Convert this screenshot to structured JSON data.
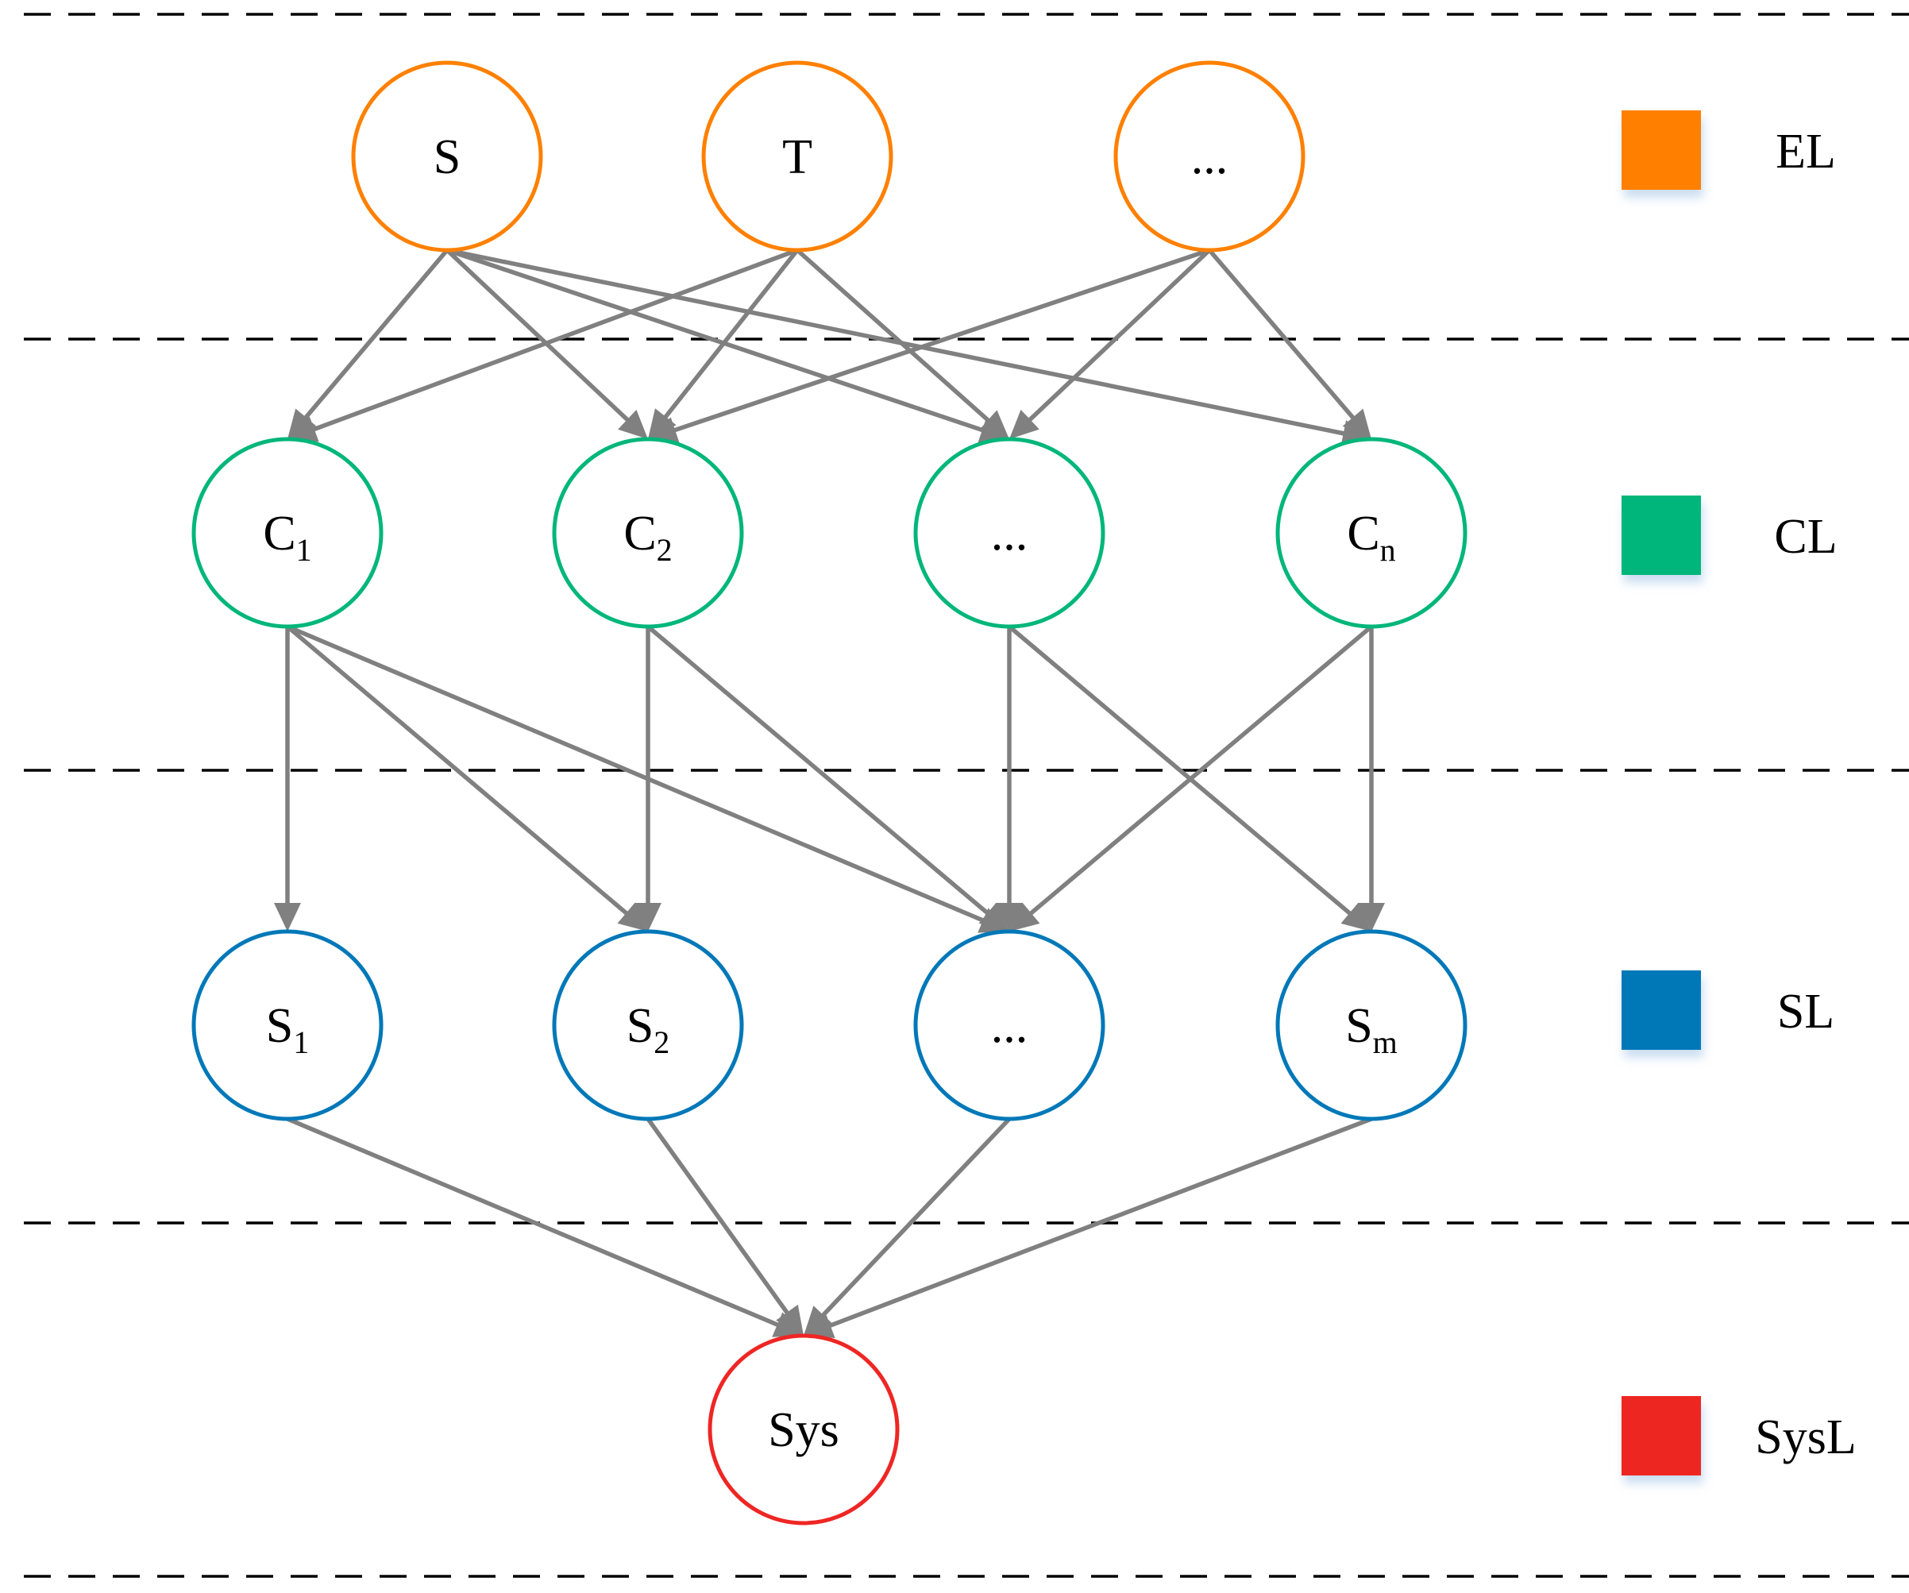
{
  "colors": {
    "EL": "#FF8000",
    "CL": "#00B67A",
    "SL": "#0078B8",
    "SysL": "#EE2624",
    "edge": "#808080",
    "separator": "#000000"
  },
  "legend": [
    {
      "id": "EL",
      "label": "EL"
    },
    {
      "id": "CL",
      "label": "CL"
    },
    {
      "id": "SL",
      "label": "SL"
    },
    {
      "id": "SysL",
      "label": "SysL"
    }
  ],
  "nodes": [
    {
      "id": "el_s",
      "layer": "EL",
      "label": "S",
      "sub": ""
    },
    {
      "id": "el_t",
      "layer": "EL",
      "label": "T",
      "sub": ""
    },
    {
      "id": "el_dots",
      "layer": "EL",
      "label": "...",
      "sub": ""
    },
    {
      "id": "c1",
      "layer": "CL",
      "label": "C",
      "sub": "1"
    },
    {
      "id": "c2",
      "layer": "CL",
      "label": "C",
      "sub": "2"
    },
    {
      "id": "c_dots",
      "layer": "CL",
      "label": "...",
      "sub": ""
    },
    {
      "id": "cn",
      "layer": "CL",
      "label": "C",
      "sub": "n"
    },
    {
      "id": "s1",
      "layer": "SL",
      "label": "S",
      "sub": "1"
    },
    {
      "id": "s2",
      "layer": "SL",
      "label": "S",
      "sub": "2"
    },
    {
      "id": "s_dots",
      "layer": "SL",
      "label": "...",
      "sub": ""
    },
    {
      "id": "sm",
      "layer": "SL",
      "label": "S",
      "sub": "m"
    },
    {
      "id": "sys",
      "layer": "SysL",
      "label": "Sys",
      "sub": ""
    }
  ],
  "edges": [
    [
      "el_s",
      "c1"
    ],
    [
      "el_s",
      "c2"
    ],
    [
      "el_s",
      "c_dots"
    ],
    [
      "el_s",
      "cn"
    ],
    [
      "el_t",
      "c1"
    ],
    [
      "el_t",
      "c2"
    ],
    [
      "el_t",
      "c_dots"
    ],
    [
      "el_dots",
      "c2"
    ],
    [
      "el_dots",
      "c_dots"
    ],
    [
      "el_dots",
      "cn"
    ],
    [
      "c1",
      "s1"
    ],
    [
      "c1",
      "s2"
    ],
    [
      "c1",
      "s_dots"
    ],
    [
      "c2",
      "s2"
    ],
    [
      "c2",
      "s_dots"
    ],
    [
      "c_dots",
      "s_dots"
    ],
    [
      "c_dots",
      "sm"
    ],
    [
      "cn",
      "s_dots"
    ],
    [
      "cn",
      "sm"
    ],
    [
      "s1",
      "sys"
    ],
    [
      "s2",
      "sys"
    ],
    [
      "s_dots",
      "sys"
    ],
    [
      "sm",
      "sys"
    ]
  ]
}
